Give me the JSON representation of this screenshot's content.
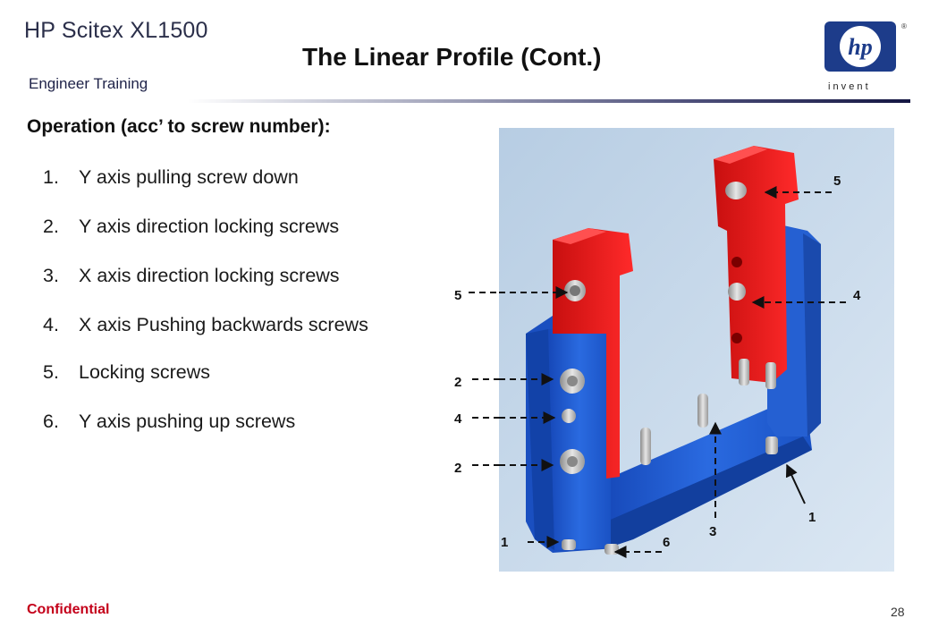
{
  "header": {
    "brand": "HP Scitex XL1500",
    "subbrand": "Engineer  Training",
    "title": "The Linear Profile (Cont.)",
    "logo_text": "hp",
    "logo_tagline": "i n v e n t"
  },
  "content": {
    "section_heading": "Operation (acc’ to screw number):",
    "items": [
      {
        "num": "1.",
        "text": "Y axis pulling screw down"
      },
      {
        "num": "2.",
        "text": "Y axis direction locking screws"
      },
      {
        "num": "3.",
        "text": "X axis direction locking screws"
      },
      {
        "num": "4.",
        "text": "X axis Pushing backwards screws"
      },
      {
        "num": "5.",
        "text": "Locking screws"
      },
      {
        "num": "6.",
        "text": "Y axis pushing up screws"
      }
    ]
  },
  "diagram": {
    "callouts": {
      "top_right_5": "5",
      "left_5": "5",
      "right_4": "4",
      "left_2_upper": "2",
      "left_4": "4",
      "left_2_lower": "2",
      "right_1": "1",
      "center_3": "3",
      "bottom_1": "1",
      "bottom_6": "6"
    },
    "colors": {
      "profile_blue": "#1f5fd0",
      "bracket_red": "#e01818",
      "screw_gray": "#b8b8b8",
      "background": "#c3d7ea"
    }
  },
  "footer": {
    "confidential": "Confidential",
    "page_number": "28"
  }
}
